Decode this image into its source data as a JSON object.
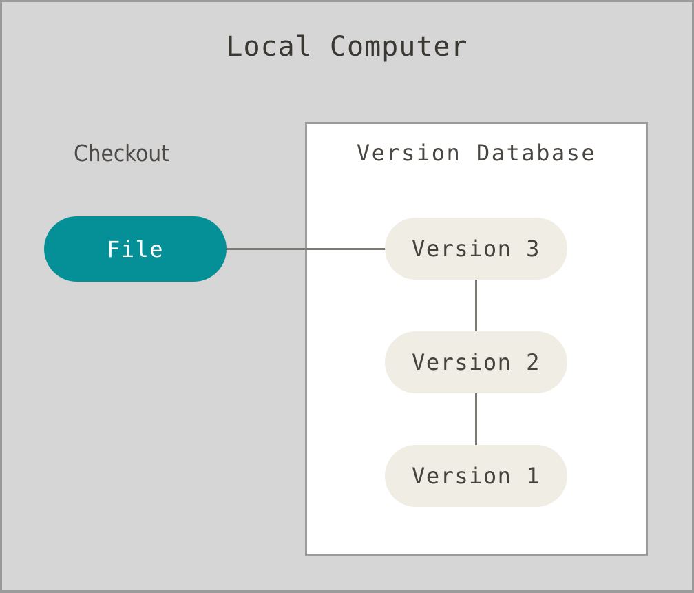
{
  "diagram": {
    "title": "Local Computer",
    "background_color": "#d6d6d6",
    "border_color": "#9b9b9b"
  },
  "checkout": {
    "label": "Checkout",
    "node": {
      "label": "File",
      "fill_color": "#058f96",
      "text_color": "#ffffff"
    }
  },
  "version_database": {
    "title": "Version Database",
    "fill_color": "#ffffff",
    "border_color": "#9b9b9b",
    "versions": [
      {
        "label": "Version 3",
        "fill_color": "#efede4",
        "text_color": "#46423e"
      },
      {
        "label": "Version 2",
        "fill_color": "#efede4",
        "text_color": "#46423e"
      },
      {
        "label": "Version 1",
        "fill_color": "#efede4",
        "text_color": "#46423e"
      }
    ]
  },
  "connectors": {
    "color": "#7c7974",
    "edges": [
      {
        "from": "File",
        "to": "Version 3",
        "orientation": "horizontal"
      },
      {
        "from": "Version 3",
        "to": "Version 2",
        "orientation": "vertical"
      },
      {
        "from": "Version 2",
        "to": "Version 1",
        "orientation": "vertical"
      }
    ]
  }
}
